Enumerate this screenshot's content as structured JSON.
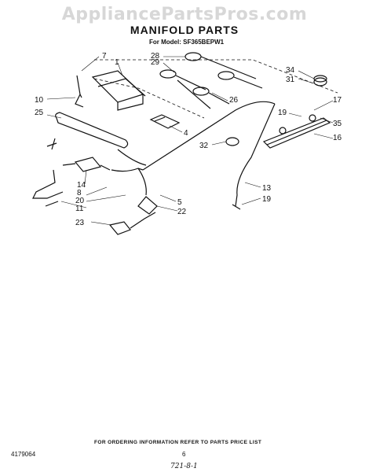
{
  "watermark": "AppliancePartsPros.com",
  "title": "MANIFOLD PARTS",
  "model": "For Model: SF365BEPW1",
  "callouts": [
    "7",
    "1",
    "10",
    "25",
    "14",
    "8",
    "20",
    "11",
    "23",
    "5",
    "22",
    "4",
    "28",
    "29",
    "26",
    "34",
    "31",
    "17",
    "19",
    "35",
    "16",
    "32",
    "13"
  ],
  "footer_note": "FOR ORDERING INFORMATION REFER TO PARTS PRICE LIST",
  "doc_number": "4179064",
  "page_number": "6",
  "handwritten_note": "721-8-1"
}
